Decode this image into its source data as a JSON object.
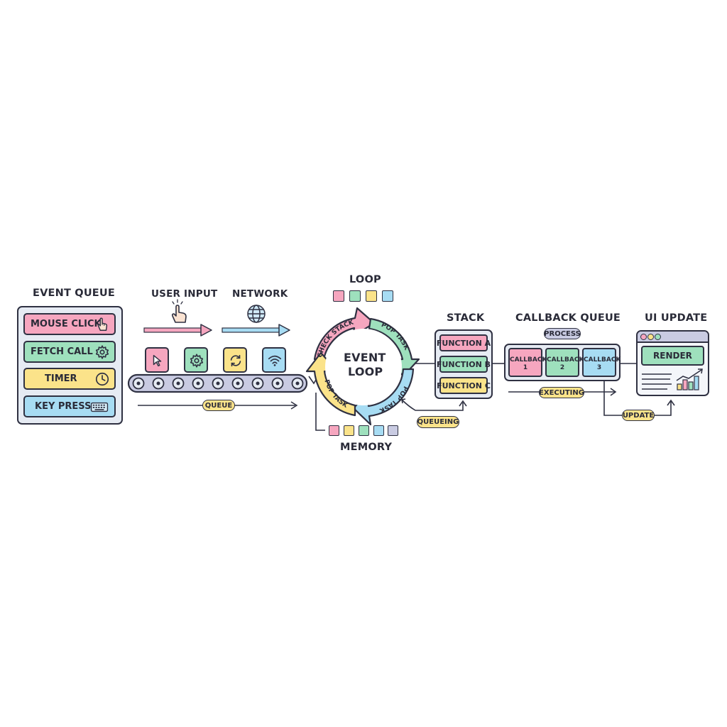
{
  "colors": {
    "pink": "#f6a6bf",
    "green": "#9ee0bd",
    "yellow": "#fbe38a",
    "blue": "#a7dcf3",
    "panel": "#e6ebf3",
    "lavender": "#c9cbe2",
    "ink": "#2f3142"
  },
  "event_queue": {
    "title": "EVENT QUEUE",
    "items": [
      {
        "label": "MOUSE CLICK",
        "icon": "hand-pointer-icon"
      },
      {
        "label": "FETCH CALL",
        "icon": "gear-icon"
      },
      {
        "label": "TIMER",
        "icon": "clock-icon"
      },
      {
        "label": "KEY PRESS",
        "icon": "keyboard-icon"
      }
    ]
  },
  "sources": {
    "user_input": "USER INPUT",
    "network": "NETWORK",
    "conveyor_tiles": [
      "cursor-icon",
      "gear-icon",
      "refresh-icon",
      "wifi-icon"
    ],
    "queue_label": "QUEUE"
  },
  "loop": {
    "title": "LOOP",
    "memory_label": "MEMORY",
    "center_line1": "EVENT",
    "center_line2": "LOOP",
    "arc_labels": [
      "CHECK STACK",
      "POP TASK",
      "POP TASK",
      "POP TASK"
    ],
    "queueing_label": "QUEUEING"
  },
  "stack": {
    "title": "STACK",
    "functions": [
      "FUNCTION A",
      "FUNCTION B",
      "FUNCTION C"
    ]
  },
  "callback_queue": {
    "title": "CALLBACK QUEUE",
    "process_label": "PROCESS",
    "callbacks": [
      {
        "line1": "CALLBACK",
        "line2": "1"
      },
      {
        "line1": "CALLBACK",
        "line2": "2"
      },
      {
        "line1": "CALLBACK",
        "line2": "3"
      }
    ],
    "executing_label": "EXECUTING"
  },
  "ui_update": {
    "title": "UI UPDATE",
    "render_label": "RENDER",
    "update_label": "UPDATE"
  }
}
